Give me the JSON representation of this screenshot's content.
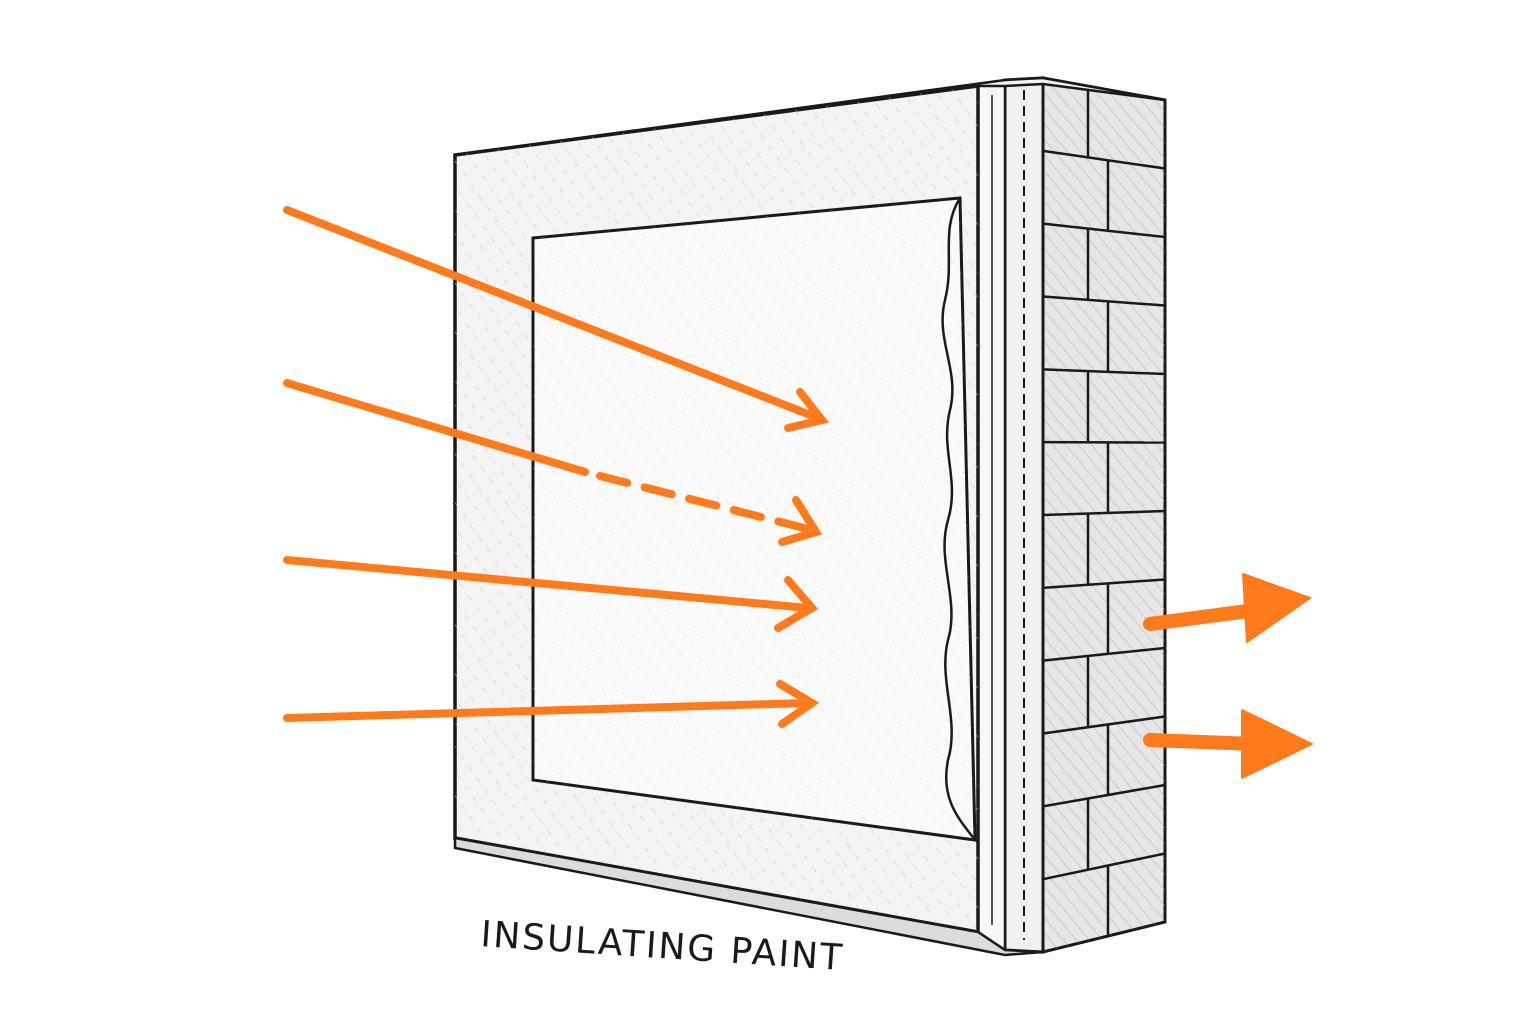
{
  "diagram": {
    "caption": "INSULATING PAINT"
  },
  "colors": {
    "arrow": "#ff7a1a",
    "outline": "#1a1a1a",
    "panel_fill": "#f4f4f4",
    "inner_fill": "#fafafa",
    "brick_fill": "#e6e6e6",
    "background": "#ffffff"
  },
  "elements": {
    "incoming_arrows": [
      "solid",
      "partially-dashed",
      "solid",
      "solid"
    ],
    "outgoing_arrows": [
      "solid",
      "solid"
    ],
    "layers": [
      "paint-panel",
      "wall-board",
      "brick-wall"
    ]
  }
}
